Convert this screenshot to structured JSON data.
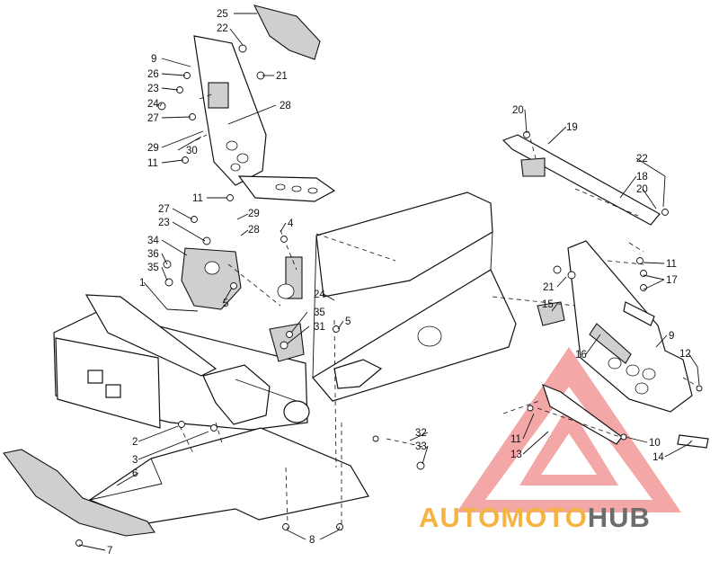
{
  "part_numbers": [
    "1",
    "2",
    "3",
    "4",
    "5",
    "5",
    "6",
    "7",
    "8",
    "9",
    "9",
    "10",
    "11",
    "11",
    "11",
    "11",
    "12",
    "13",
    "14",
    "15",
    "16",
    "17",
    "18",
    "19",
    "20",
    "20",
    "21",
    "21",
    "22",
    "22",
    "23",
    "23",
    "24",
    "24",
    "25",
    "26",
    "27",
    "27",
    "28",
    "28",
    "29",
    "29",
    "30",
    "31",
    "32",
    "33",
    "34",
    "35",
    "35",
    "36"
  ],
  "watermark": {
    "brand_part_1": "AUTOMOTO",
    "brand_part_2": "HUB",
    "colors": {
      "triangle": "#f08a8a",
      "text_orange": "#f4b342",
      "text_gray": "#6d6d6d"
    }
  }
}
